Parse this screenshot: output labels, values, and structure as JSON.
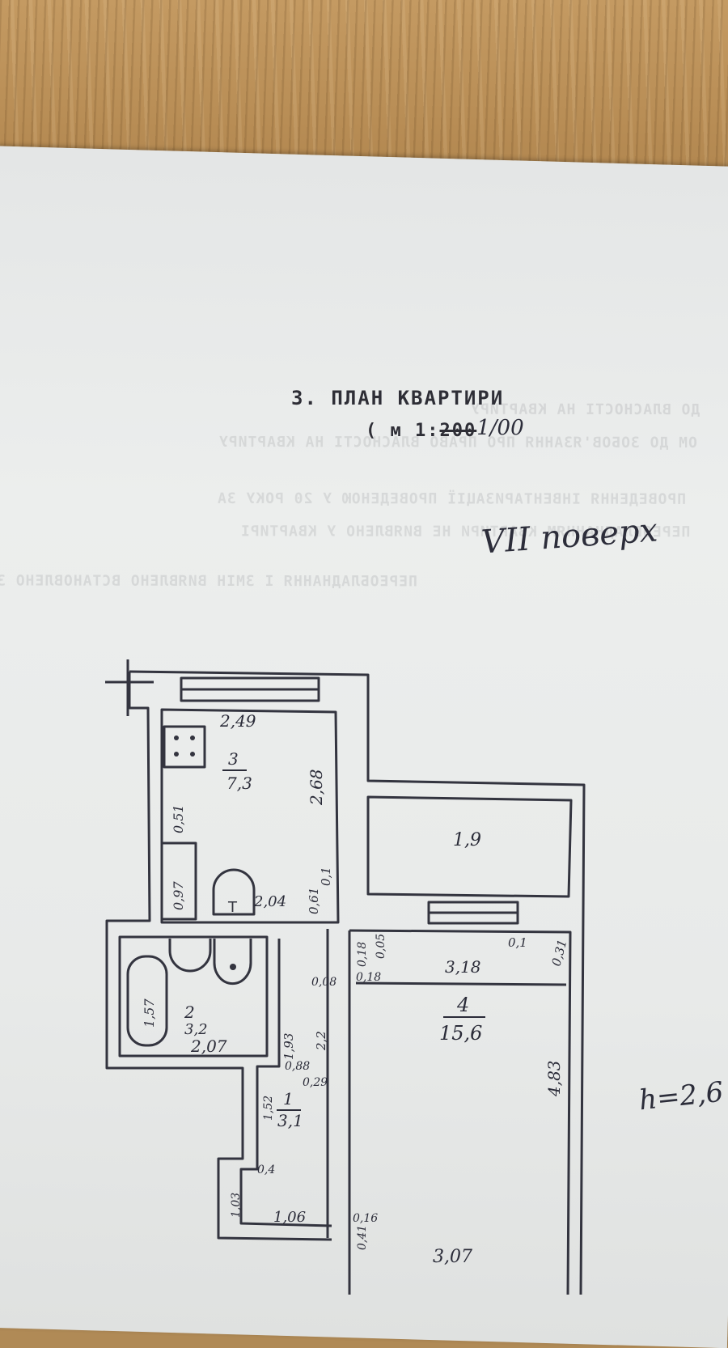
{
  "header": {
    "title": "3. ПЛАН КВАРТИРИ",
    "scale_prefix": "( м 1:",
    "scale_crossed": "200",
    "scale_handwritten": "1/00"
  },
  "floor_label": "VII поверх",
  "height_note": "h=2,6",
  "bleed_lines": [
    "ДО ВЛАСНОСТІ НА КВАРТИРУ",
    "ОМ ДО ЗОБОВ'ЯЗАННЯ ПРО ПРАВО ВЛАСНОСТІ НА КВАРТИРУ",
    "ПРОВЕДЕННЯ ІНВЕНТАРИЗАЦІЇ ПРОВЕДЕНОЮ У 20 РОКУ ЗА",
    "ПЕРЕОБЛАДНАННЯМ КВАРТИРИ НЕ ВИЯВЛЕНО У КВАРТИРІ",
    "ПЕРЕОБЛАДНАННЯ І ЗМІН ВИЯВЛЕНО ВСТАНОВЛЕНО З"
  ],
  "rooms": [
    {
      "number": "1",
      "area": "3,1"
    },
    {
      "number": "2",
      "area": "3,2"
    },
    {
      "number": "3",
      "area": "7,3"
    },
    {
      "number": "4",
      "area": "15,6"
    },
    {
      "number": "",
      "area": "1,9"
    }
  ],
  "dimensions": {
    "kitchen_width": "2,49",
    "kitchen_length": "2,68",
    "kitchen_a": "0,51",
    "kitchen_b": "0,97",
    "kitchen_c": "2,04",
    "kitchen_d": "0,1",
    "kitchen_e": "0,61",
    "bath_length": "1,57",
    "bath_width": "2,07",
    "corridor_a": "1,93",
    "corridor_b": "0,88",
    "corridor_c": "2,2",
    "corridor_d": "0,29",
    "corridor_e": "0,08",
    "corridor_f": "1,52",
    "corridor_g": "0,4",
    "hall_a": "1,03",
    "hall_b": "1,06",
    "room_width": "3,18",
    "room_length": "4,83",
    "room_bottom": "3,07",
    "room_a": "0,18",
    "room_b": "0,18",
    "room_c": "0,1",
    "room_d": "0,31",
    "room_e": "0,16",
    "room_f": "0,41",
    "balcony_a": "0,05"
  }
}
